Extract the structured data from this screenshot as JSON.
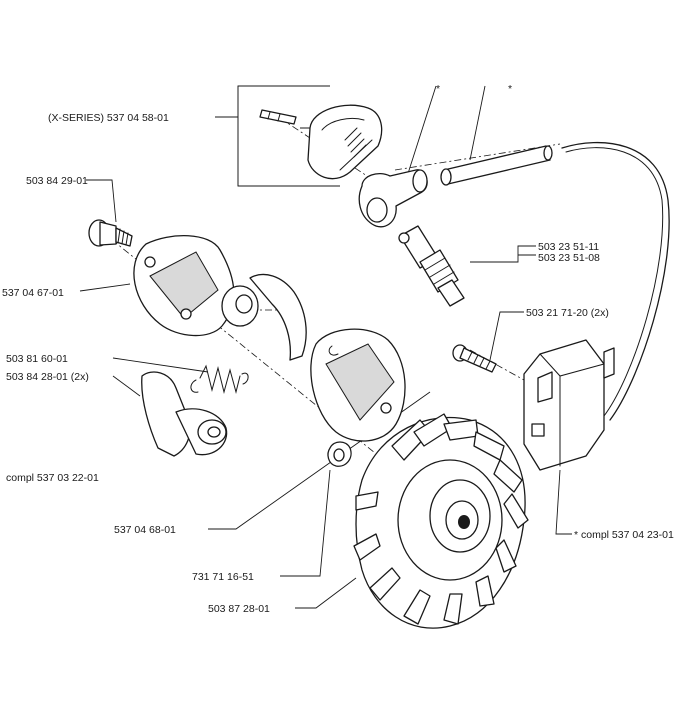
{
  "diagram": {
    "callouts": {
      "x_series_cover": "(X-SERIES) 537 04 58-01",
      "bolt_top_left": "503 84 29-01",
      "plate_left": "537 04 67-01",
      "spring": "503 81 60-01",
      "washer_2x": "503 84 28-01 (2x)",
      "clutch_assembly": "compl 537 03 22-01",
      "plate_right": "537 04 68-01",
      "nut": "731 71 16-51",
      "flywheel": "503 87 28-01",
      "spark_plug_a": "503 23 51-11",
      "spark_plug_b": "503 23 51-08",
      "screw_2x": "503 21 71-20 (2x)",
      "ignition_module": "* compl 537 04 23-01",
      "asterisk_left": "*",
      "asterisk_right": "*"
    }
  }
}
